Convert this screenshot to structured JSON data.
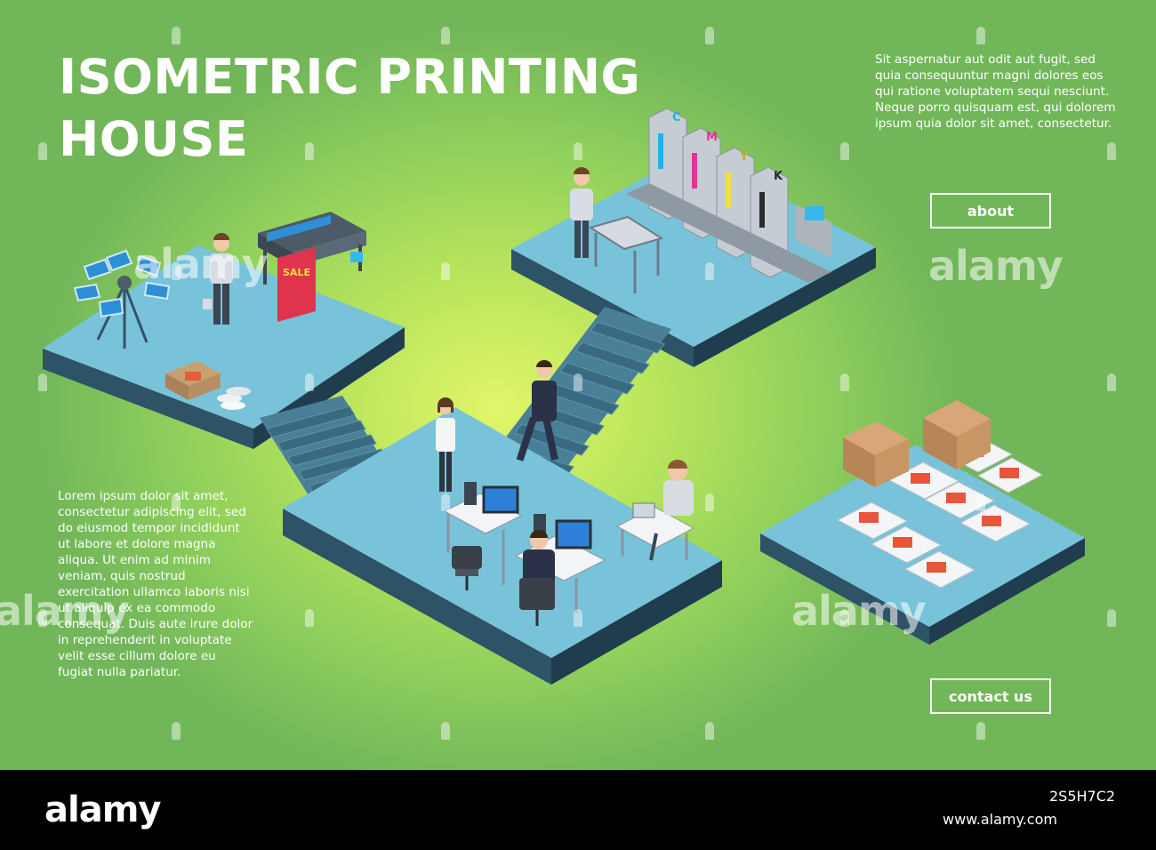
{
  "title_lines": [
    "ISOMETRIC PRINTING",
    "HOUSE"
  ],
  "intro_text": "Sit aspernatur aut odit aut fugit, sed quia consequuntur magni dolores eos qui ratione voluptatem sequi nesciunt. Neque porro quisquam est, qui dolorem ipsum quia dolor sit amet, consectetur.",
  "body_text": "Lorem ipsum dolor sit amet, consectetur adipiscing elit, sed do eiusmod tempor incididunt ut labore et dolore magna aliqua. Ut enim ad minim veniam, quis nostrud exercitation ullamco laboris nisi ut aliquip ex ea commodo consequat. Duis aute irure dolor in reprehenderit in voluptate velit esse cillum dolore eu fugiat nulla pariatur.",
  "buttons": {
    "about": "about",
    "contact": "contact us"
  },
  "cmyk_labels": [
    "C",
    "M",
    "Y",
    "K"
  ],
  "banner_text": "SALE",
  "watermark": "alamy",
  "footer": {
    "logo": "alamy",
    "image_id": "2S5H7C2",
    "url": "www.alamy.com"
  },
  "colors": {
    "floor_top": "#78c3d9",
    "floor_left": "#2e5266",
    "floor_right": "#1f3d4f",
    "accent_cyan": "#1ab5e8",
    "accent_magenta": "#e0369a",
    "accent_yellow": "#f3e03a",
    "accent_black": "#2b2b2b"
  }
}
